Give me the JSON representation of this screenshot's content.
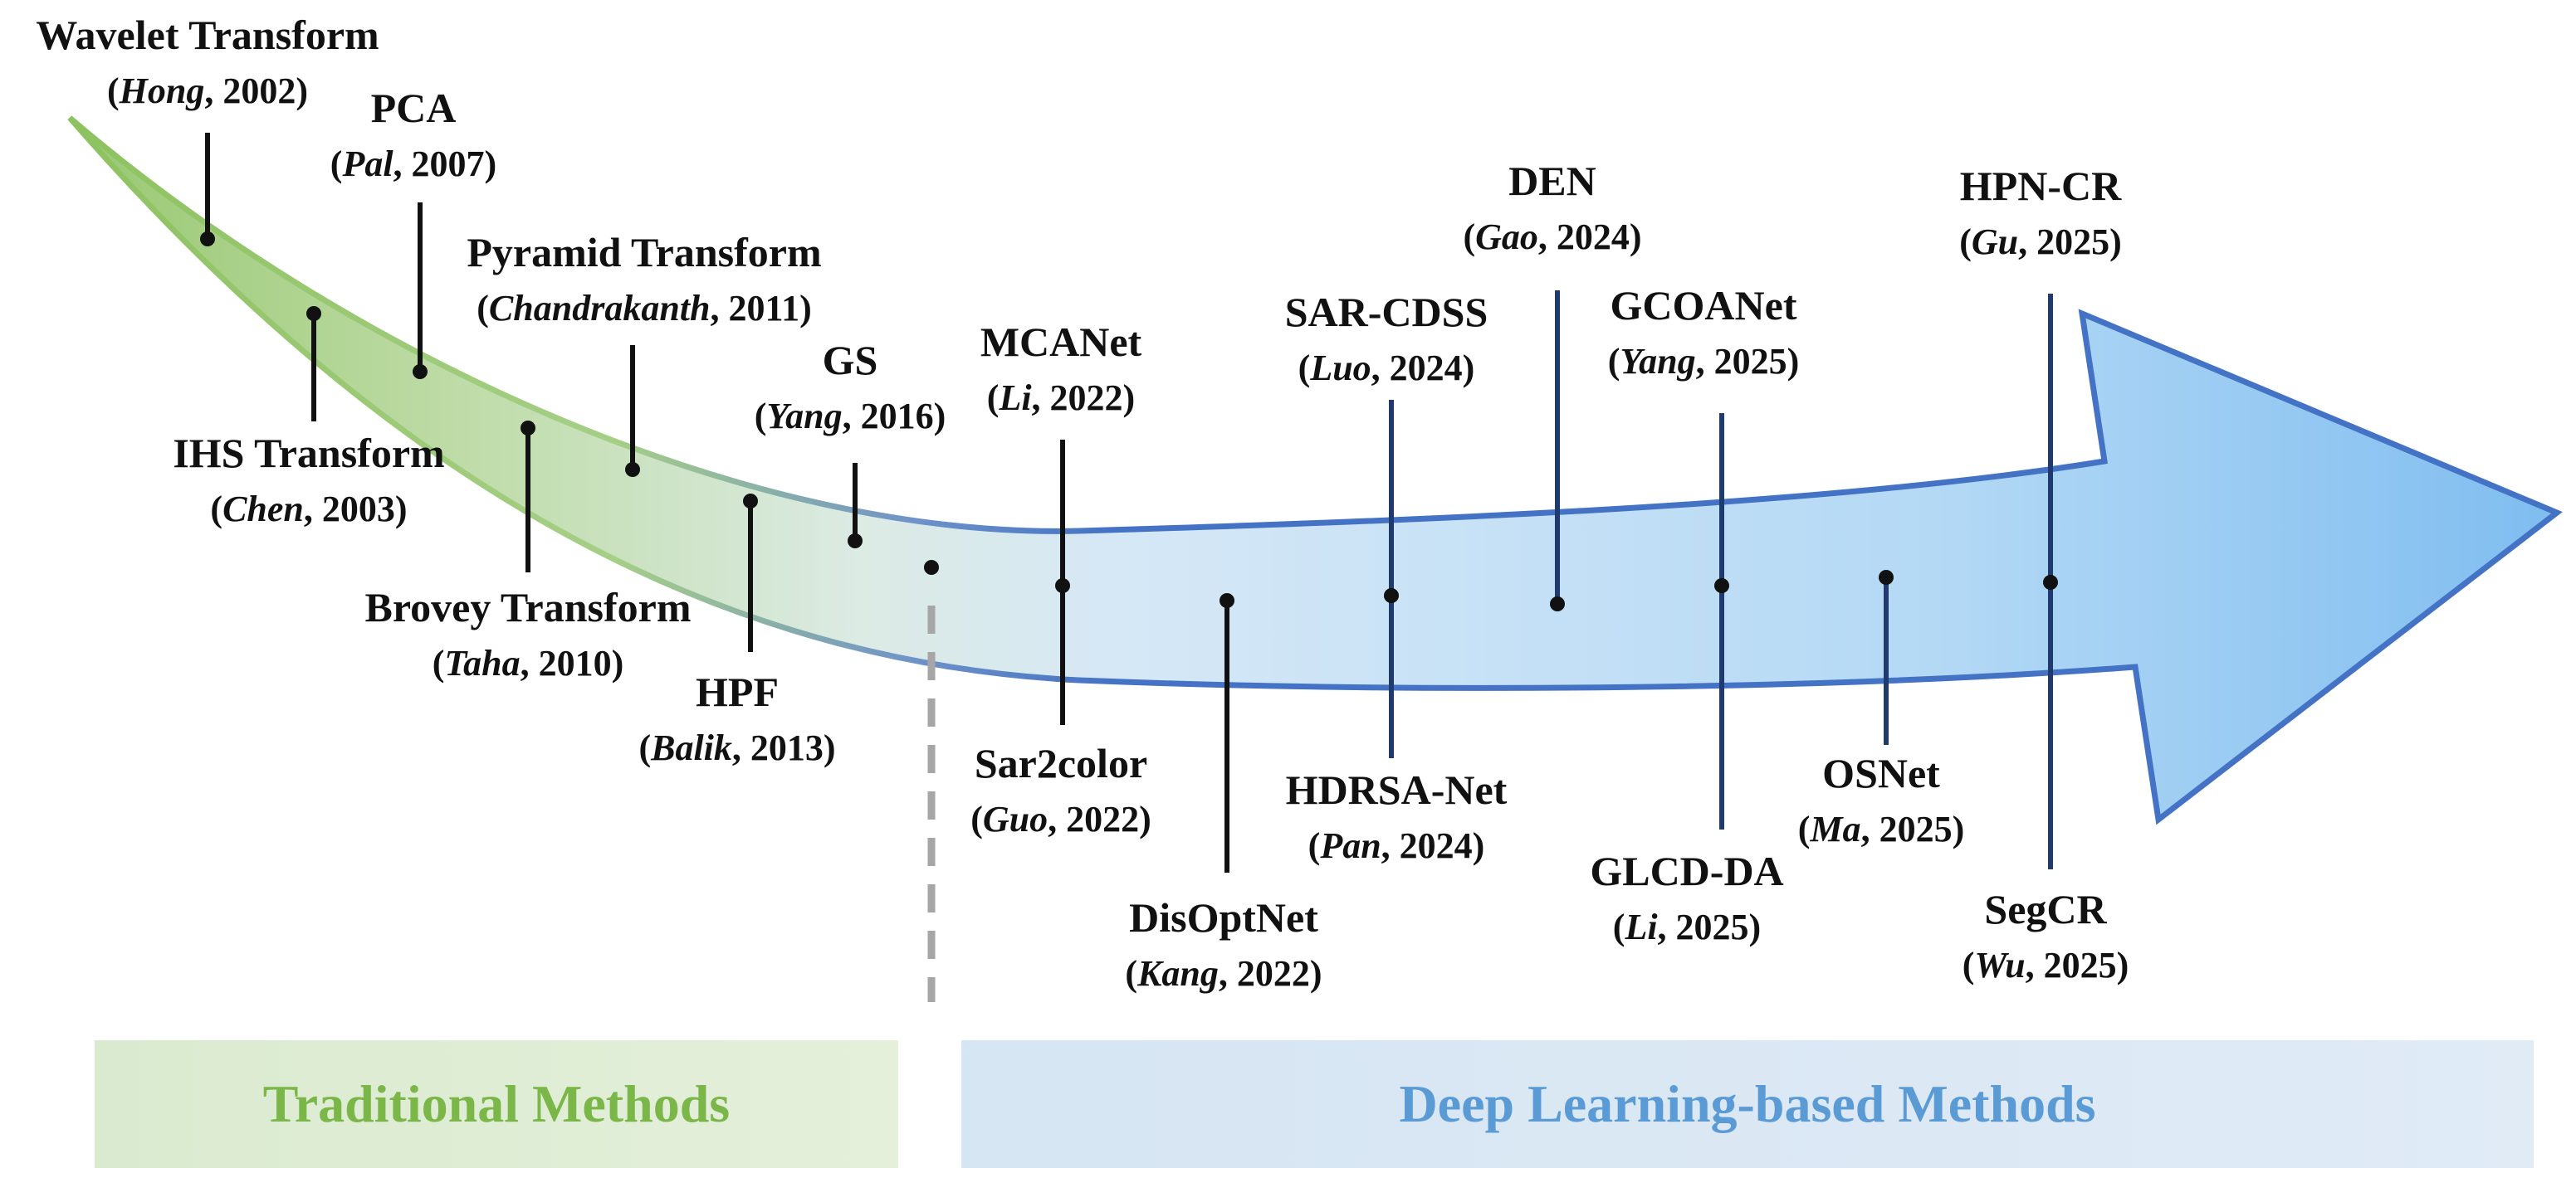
{
  "colors": {
    "traditional_green": "#7ab648",
    "deep_blue": "#5b9bd5",
    "arrow_outline": "#4472c4",
    "dark_line": "#111111",
    "navy_line": "#1f3a6e"
  },
  "sections": {
    "traditional": "Traditional Methods",
    "deep": "Deep Learning-based Methods"
  },
  "milestones": [
    {
      "name": "Wavelet Transform",
      "author": "Hong",
      "year": ", 2002)"
    },
    {
      "name": "IHS Transform",
      "author": "Chen",
      "year": ", 2003)"
    },
    {
      "name": "PCA",
      "author": "Pal",
      "year": ", 2007)"
    },
    {
      "name": "Brovey Transform",
      "author": "Taha",
      "year": ", 2010)"
    },
    {
      "name": "Pyramid Transform",
      "author": "Chandrakanth",
      "year": ", 2011)"
    },
    {
      "name": "HPF",
      "author": "Balik",
      "year": ", 2013)"
    },
    {
      "name": "GS",
      "author": "Yang",
      "year": ", 2016)"
    },
    {
      "name": "MCANet",
      "author": "Li",
      "year": ", 2022)"
    },
    {
      "name": "Sar2color",
      "author": "Guo",
      "year": ", 2022)"
    },
    {
      "name": "DisOptNet",
      "author": "Kang",
      "year": ", 2022)"
    },
    {
      "name": "SAR-CDSS",
      "author": "Luo",
      "year": ", 2024)"
    },
    {
      "name": "HDRSA-Net",
      "author": "Pan",
      "year": ", 2024)"
    },
    {
      "name": "DEN",
      "author": "Gao",
      "year": ", 2024)"
    },
    {
      "name": "GCOANet",
      "author": "Yang",
      "year": ", 2025)"
    },
    {
      "name": "GLCD-DA",
      "author": "Li",
      "year": ", 2025)"
    },
    {
      "name": "OSNet",
      "author": "Ma",
      "year": ", 2025)"
    },
    {
      "name": "HPN-CR",
      "author": "Gu",
      "year": ", 2025)"
    },
    {
      "name": "SegCR",
      "author": "Wu",
      "year": ", 2025)"
    }
  ]
}
